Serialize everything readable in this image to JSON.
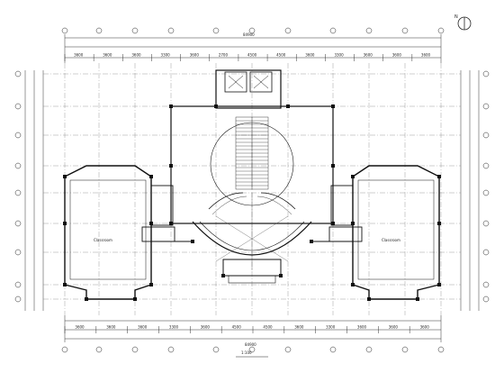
{
  "drawing": {
    "north_symbol": "N",
    "top_total_dimension": "84900",
    "bottom_total_dimension": "84900",
    "plan_caption": "1:100",
    "room_labels": {
      "left_hall": "Classroom",
      "right_hall": "Classroom"
    },
    "top_dimension_row": [
      "3600",
      "3600",
      "3600",
      "3300",
      "3600",
      "2700",
      "4500",
      "4500",
      "3600",
      "3300",
      "3600",
      "3600",
      "3600"
    ],
    "bottom_dimension_row": [
      "3600",
      "3600",
      "3600",
      "3300",
      "3600",
      "4500",
      "4500",
      "3600",
      "3300",
      "3600",
      "3600",
      "3600"
    ]
  },
  "colors": {
    "line": "#1a1a1a",
    "grid": "#555555",
    "paper": "#ffffff"
  }
}
